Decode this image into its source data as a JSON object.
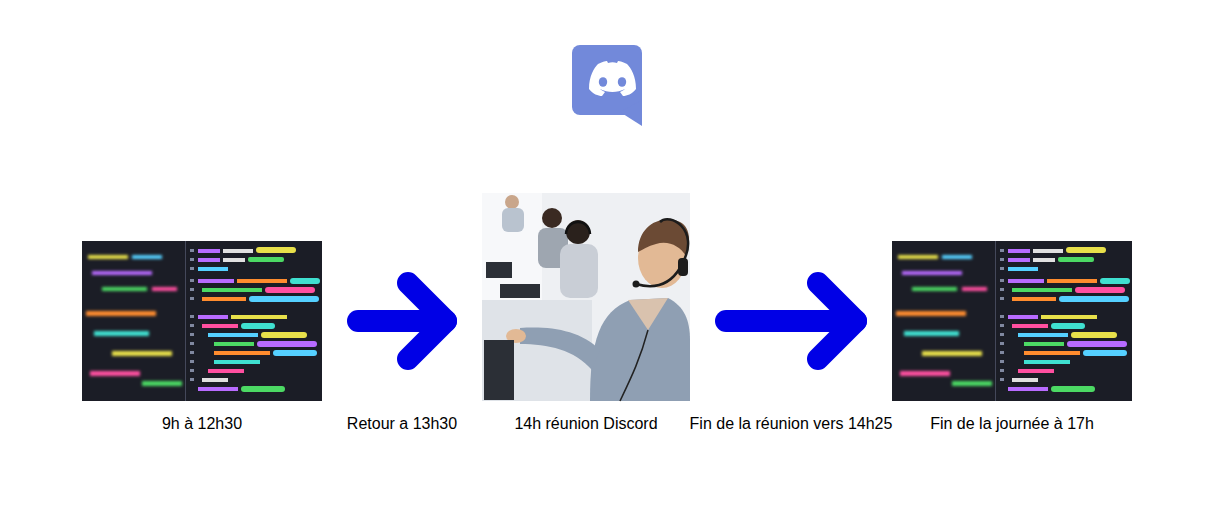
{
  "diagram": {
    "nodes": [
      {
        "text": [
          "9h à 12h30"
        ]
      },
      {
        "text": [
          "14h réunion Discord"
        ]
      },
      {
        "text": [
          "Fin de la journée à 17h"
        ]
      }
    ],
    "edges": [
      {
        "from": 0,
        "to": 1,
        "arrow": "to",
        "label": "Retour a 13h30"
      },
      {
        "from": 1,
        "to": 2,
        "arrow": "to",
        "label": "Fin de la réunion vers 14h25"
      }
    ]
  }
}
